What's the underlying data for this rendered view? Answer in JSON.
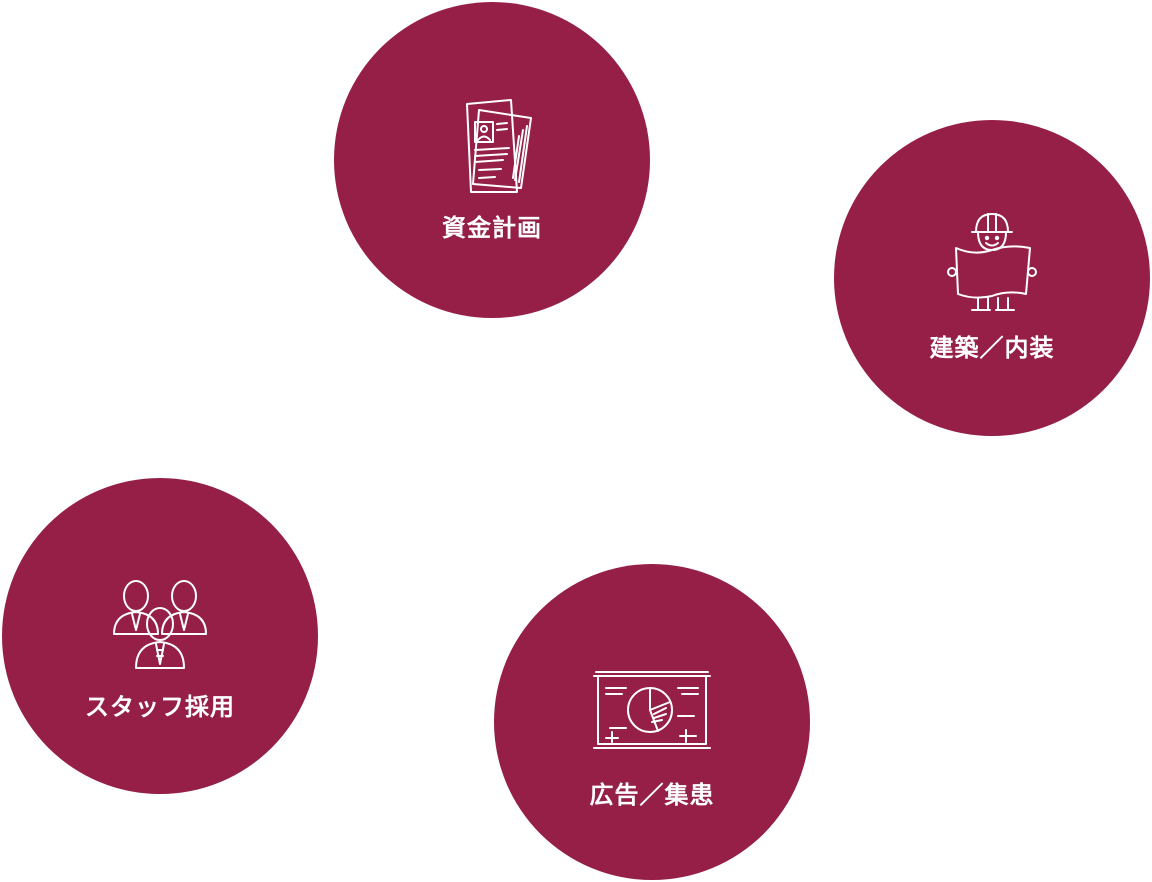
{
  "services": [
    {
      "label": "資金計画",
      "icon": "document-icon"
    },
    {
      "label": "建築／内装",
      "icon": "construction-worker-icon"
    },
    {
      "label": "スタッフ採用",
      "icon": "staff-group-icon"
    },
    {
      "label": "広告／集患",
      "icon": "presentation-chart-icon"
    }
  ],
  "colors": {
    "circle": "#951f47",
    "text": "#ffffff",
    "background": "#ffffff"
  }
}
